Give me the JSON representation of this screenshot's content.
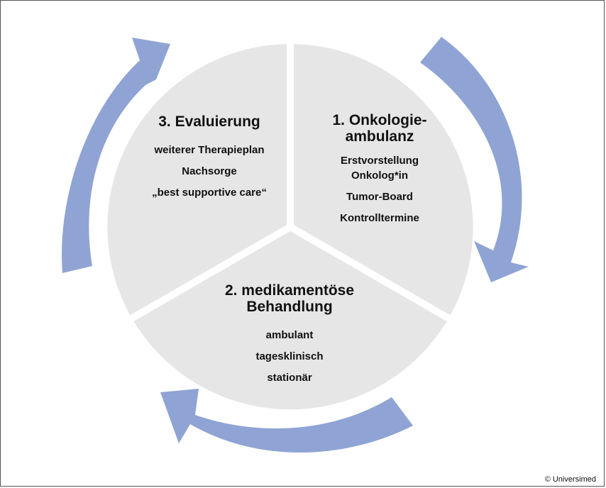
{
  "segments": {
    "onkologie": {
      "title": "1. Onkologie-\nambulanz",
      "items": [
        "Erstvorstellung",
        "Onkolog*in",
        "Tumor-Board",
        "Kontrolltermine"
      ]
    },
    "behandlung": {
      "title": "2. medikamentöse\nBehandlung",
      "items": [
        "ambulant",
        "tagesklinisch",
        "stationär"
      ]
    },
    "evaluierung": {
      "title": "3. Evaluierung",
      "items": [
        "weiterer Therapieplan",
        "Nachsorge",
        "„best supportive care“"
      ]
    }
  },
  "colors": {
    "segment_fill": "#e6e6e6",
    "divider": "#ffffff",
    "arrow_fill": "#8fa4d4",
    "frame": "#555555"
  },
  "copyright": "© Universimed"
}
